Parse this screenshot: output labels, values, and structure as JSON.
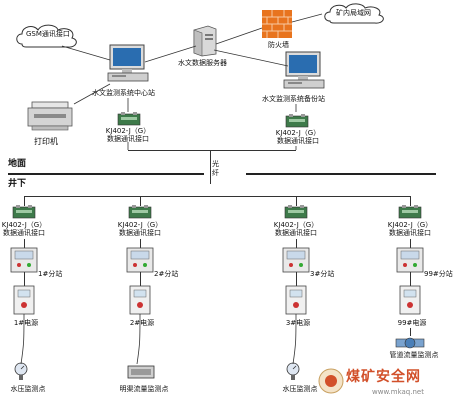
{
  "top": {
    "gsm_label": "GSM通讯接口",
    "lan_label": "矿内局域网",
    "firewall_label": "防火墙",
    "server_label": "水文数据服务器",
    "center_label": "水文监测系统中心站",
    "backup_label": "水文监测系统备份站",
    "printer_label": "打印机",
    "iface_left": "KJ402-J（G）",
    "iface_left_sub": "数据通讯接口",
    "iface_right": "KJ402-J（G）",
    "iface_right_sub": "数据通讯接口"
  },
  "divider": {
    "ground_label": "地面",
    "underground_label": "井下",
    "fiber_label": "光纤"
  },
  "branches": [
    {
      "iface": "KJ402-J（G）",
      "iface_sub": "数据通讯接口",
      "station": "1#分站",
      "power": "1#电源",
      "sensor": "水压监测点"
    },
    {
      "iface": "KJ402-J（G）",
      "iface_sub": "数据通讯接口",
      "station": "2#分站",
      "power": "2#电源",
      "sensor": "明渠流量监测点"
    },
    {
      "iface": "KJ402-J（G）",
      "iface_sub": "数据通讯接口",
      "station": "3#分站",
      "power": "3#电源",
      "sensor": "水压监测点"
    },
    {
      "iface": "KJ402-J（G）",
      "iface_sub": "数据通讯接口",
      "station": "99#分站",
      "power": "99#电源",
      "sensor": "管道流量监测点"
    }
  ],
  "watermark": {
    "text": "煤矿安全网",
    "url": "www.mkaq.net"
  },
  "colors": {
    "accent": "#2a6db0",
    "watermark": "#d2502a"
  }
}
